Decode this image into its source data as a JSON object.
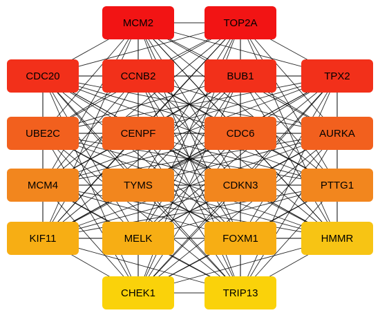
{
  "nodes": [
    {
      "id": "MCM2",
      "label": "MCM2",
      "color": "#f21414"
    },
    {
      "id": "TOP2A",
      "label": "TOP2A",
      "color": "#f21414"
    },
    {
      "id": "CDC20",
      "label": "CDC20",
      "color": "#f2301a"
    },
    {
      "id": "CCNB2",
      "label": "CCNB2",
      "color": "#f2301a"
    },
    {
      "id": "BUB1",
      "label": "BUB1",
      "color": "#f2301a"
    },
    {
      "id": "TPX2",
      "label": "TPX2",
      "color": "#f2301a"
    },
    {
      "id": "UBE2C",
      "label": "UBE2C",
      "color": "#f2601e"
    },
    {
      "id": "CENPF",
      "label": "CENPF",
      "color": "#f2601e"
    },
    {
      "id": "CDC6",
      "label": "CDC6",
      "color": "#f2601e"
    },
    {
      "id": "AURKA",
      "label": "AURKA",
      "color": "#f2601e"
    },
    {
      "id": "MCM4",
      "label": "MCM4",
      "color": "#f2861e"
    },
    {
      "id": "TYMS",
      "label": "TYMS",
      "color": "#f2861e"
    },
    {
      "id": "CDKN3",
      "label": "CDKN3",
      "color": "#f2861e"
    },
    {
      "id": "PTTG1",
      "label": "PTTG1",
      "color": "#f2861e"
    },
    {
      "id": "KIF11",
      "label": "KIF11",
      "color": "#f7ae14"
    },
    {
      "id": "MELK",
      "label": "MELK",
      "color": "#f7ae14"
    },
    {
      "id": "FOXM1",
      "label": "FOXM1",
      "color": "#f7ae14"
    },
    {
      "id": "HMMR",
      "label": "HMMR",
      "color": "#f7c414"
    },
    {
      "id": "CHEK1",
      "label": "CHEK1",
      "color": "#fad20a"
    },
    {
      "id": "TRIP13",
      "label": "TRIP13",
      "color": "#fad20a"
    }
  ],
  "edges": "all-pairs",
  "edge_color": "#000000"
}
